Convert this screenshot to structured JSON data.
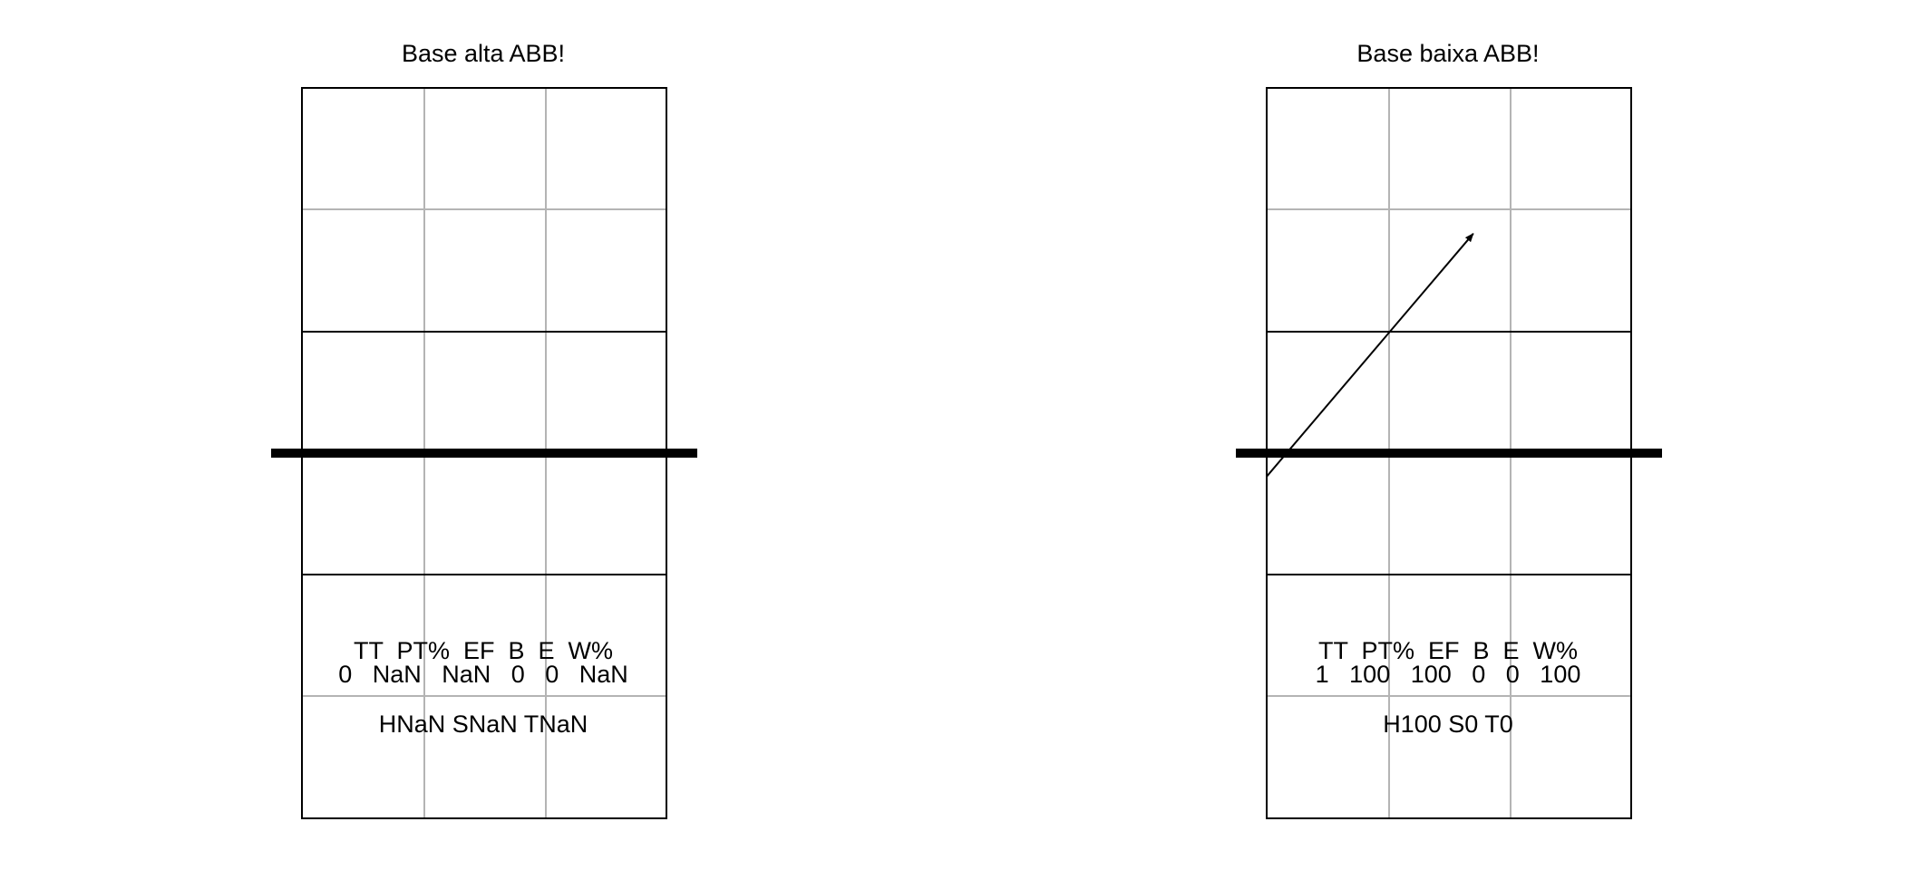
{
  "panels": [
    {
      "title": "Base alta ABB!",
      "stats_header": "TT  PT%  EF  B  E  W%",
      "stats_values": "0   NaN   NaN   0   0   NaN",
      "summary": "HNaN SNaN TNaN",
      "arrows": []
    },
    {
      "title": "Base baixa ABB!",
      "stats_header": "TT  PT%  EF  B  E  W%",
      "stats_values": "1   100   100   0   0   100",
      "summary": "H100 S0 T0",
      "arrows": [
        {
          "from": [
            0.0,
            3.2
          ],
          "to": [
            1.7,
            1.2
          ]
        }
      ]
    }
  ],
  "colors": {
    "grid_major": "#000000",
    "grid_minor": "#b4b4b4",
    "net": "#000000",
    "arrow": "#000000"
  }
}
